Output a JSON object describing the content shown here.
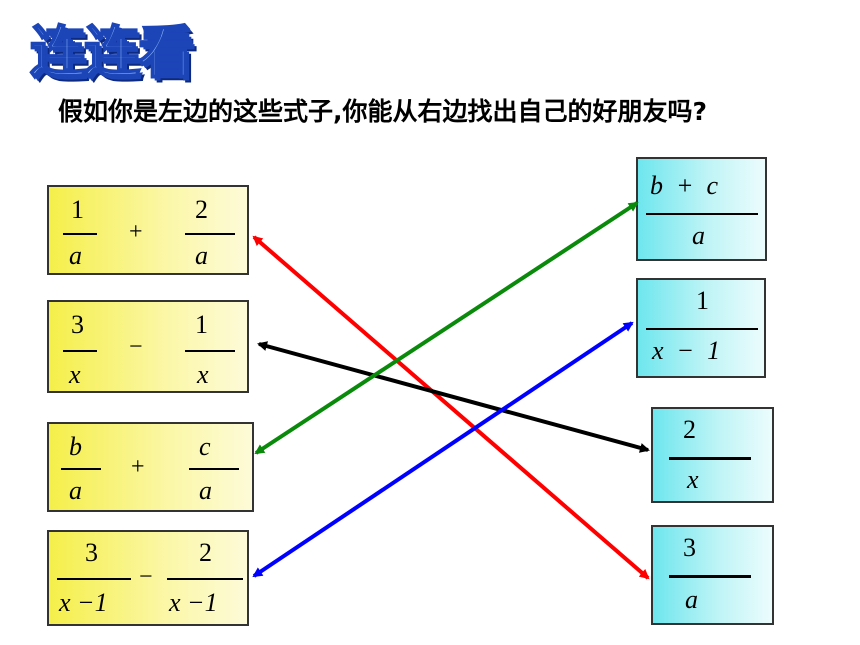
{
  "title": "连连看",
  "instruction": "假如你是左边的这些式子,你能从右边找出自己的好朋友吗?",
  "left": [
    {
      "n1": "1",
      "d1": "a",
      "op": "+",
      "n2": "2",
      "d2": "a"
    },
    {
      "n1": "3",
      "d1": "x",
      "op": "−",
      "n2": "1",
      "d2": "x"
    },
    {
      "n1": "b",
      "d1": "a",
      "op": "+",
      "n2": "c",
      "d2": "a"
    },
    {
      "n1": "3",
      "d1": "x −1",
      "op": "−",
      "n2": "2",
      "d2": "x −1"
    }
  ],
  "right": [
    {
      "num": "b  +  c",
      "den": "a"
    },
    {
      "num": "1",
      "den": "x  −  1"
    },
    {
      "num": "2",
      "den": "x"
    },
    {
      "num": "3",
      "den": "a"
    }
  ],
  "colors": {
    "arrow_red": "#ff0000",
    "arrow_black": "#000000",
    "arrow_green": "#0a8a0a",
    "arrow_blue": "#0000ff",
    "left_fill": "#f5ef4a",
    "right_fill": "#6ee6ee"
  }
}
